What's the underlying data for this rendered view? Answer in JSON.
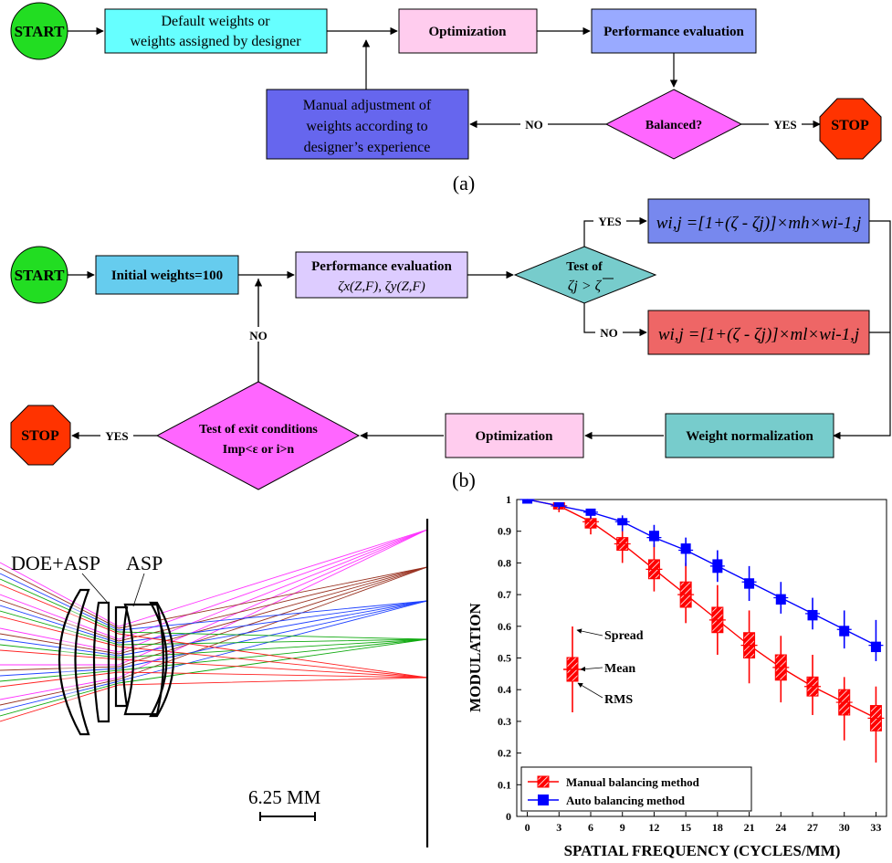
{
  "flow_a": {
    "start": "START",
    "default_weights": [
      "Default weights or",
      "weights assigned by designer"
    ],
    "optimization": "Optimization",
    "performance": "Performance evaluation",
    "balanced": "Balanced?",
    "manual": [
      "Manual adjustment of",
      "weights according to",
      "designer’s experience"
    ],
    "no": "NO",
    "yes": "YES",
    "stop": "STOP",
    "caption": "(a)"
  },
  "flow_b": {
    "start": "START",
    "initial": "Initial weights=100",
    "performance": "Performance evaluation",
    "performance_sub": "ζx(Z,F), ζy(Z,F)",
    "test_title": "Test of",
    "test_expr": "ζj > ζ",
    "yes_top": "YES",
    "no_bottom": "NO",
    "formula_top": "wi,j =[1+(ζ - ζj)]×mh×wi-1,j",
    "formula_bottom": "wi,j =[1+(ζ - ζj)]×ml×wi-1,j",
    "no_loop": "NO",
    "weight_norm": "Weight normalization",
    "optimization": "Optimization",
    "exit_title": "Test of exit conditions",
    "exit_expr": "Imp<ε or i>n",
    "yes_exit": "YES",
    "stop": "STOP",
    "caption": "(b)"
  },
  "lens": {
    "label_doe": "DOE+ASP",
    "label_asp": "ASP",
    "scale": "6.25 MM"
  },
  "colors": {
    "start": "#22dd22",
    "stop": "#ff3300",
    "cyan": "#66ffff",
    "pink": "#ffccee",
    "blue_box": "#99aaff",
    "manual_box": "#6666ee",
    "magenta": "#ff66ff",
    "cyan_b": "#66ccee",
    "lavender": "#ddccff",
    "teal": "#77cccc",
    "formula_blue": "#7788ee",
    "formula_red": "#ee6666",
    "manual_series": "#ff0000",
    "auto_series": "#0000ff"
  },
  "chart_data": {
    "type": "box",
    "xlabel": "SPATIAL FREQUENCY (CYCLES/MM)",
    "ylabel": "MODULATION",
    "xlim": [
      -1,
      34
    ],
    "ylim": [
      0,
      1
    ],
    "xticks": [
      0,
      3,
      6,
      9,
      12,
      15,
      18,
      21,
      24,
      27,
      30,
      33
    ],
    "yticks": [
      0,
      0.1,
      0.2,
      0.3,
      0.4,
      0.5,
      0.6,
      0.7,
      0.8,
      0.9,
      1
    ],
    "legend_pos": "bottom-left",
    "key": {
      "spread": "Spread",
      "mean": "Mean",
      "rms": "RMS"
    },
    "series": [
      {
        "name": "Manual balancing method",
        "color": "#ff0000",
        "x": [
          3,
          6,
          9,
          12,
          15,
          18,
          21,
          24,
          27,
          30,
          33
        ],
        "mean": [
          0.98,
          0.93,
          0.86,
          0.78,
          0.7,
          0.62,
          0.54,
          0.47,
          0.41,
          0.36,
          0.31
        ],
        "rms_low": [
          0.97,
          0.91,
          0.84,
          0.75,
          0.66,
          0.58,
          0.5,
          0.43,
          0.38,
          0.32,
          0.27
        ],
        "rms_high": [
          0.99,
          0.94,
          0.88,
          0.81,
          0.74,
          0.66,
          0.58,
          0.51,
          0.44,
          0.4,
          0.35
        ],
        "spread_low": [
          0.96,
          0.89,
          0.8,
          0.71,
          0.61,
          0.51,
          0.42,
          0.36,
          0.32,
          0.24,
          0.17
        ],
        "spread_high": [
          0.99,
          0.95,
          0.91,
          0.86,
          0.8,
          0.73,
          0.65,
          0.57,
          0.51,
          0.44,
          0.41
        ]
      },
      {
        "name": "Auto balancing method",
        "color": "#0000ff",
        "x": [
          0,
          3,
          6,
          9,
          12,
          15,
          18,
          21,
          24,
          27,
          30,
          33
        ],
        "mean": [
          1.0,
          0.98,
          0.96,
          0.93,
          0.88,
          0.84,
          0.79,
          0.74,
          0.69,
          0.64,
          0.59,
          0.54
        ],
        "rms_low": [
          1.0,
          0.98,
          0.95,
          0.92,
          0.87,
          0.83,
          0.77,
          0.72,
          0.67,
          0.62,
          0.57,
          0.52
        ],
        "rms_high": [
          1.0,
          0.99,
          0.97,
          0.94,
          0.9,
          0.86,
          0.81,
          0.75,
          0.7,
          0.65,
          0.6,
          0.55
        ],
        "spread_low": [
          1.0,
          0.97,
          0.94,
          0.9,
          0.85,
          0.79,
          0.74,
          0.68,
          0.64,
          0.59,
          0.53,
          0.49
        ],
        "spread_high": [
          1.0,
          0.99,
          0.97,
          0.95,
          0.92,
          0.88,
          0.84,
          0.79,
          0.74,
          0.69,
          0.65,
          0.62
        ]
      }
    ]
  }
}
